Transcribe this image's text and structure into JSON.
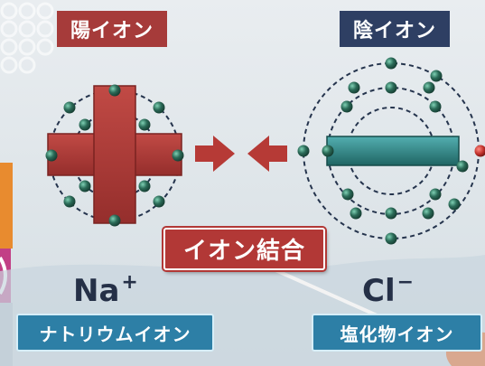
{
  "labels": {
    "cation": "陽イオン",
    "anion": "陰イオン",
    "bond": "イオン結合",
    "sodium_symbol": "Na",
    "sodium_charge": "+",
    "chlorine_symbol": "Cl",
    "chlorine_charge": "−",
    "sodium_name": "ナトリウムイオン",
    "chloride_name": "塩化物イオン"
  },
  "colors": {
    "background": "#e4e9ec",
    "plus_sign": "#b23e3a",
    "minus_bar": "#2c7f7c",
    "electron": "#2b6b58",
    "cation_tag": "#a63b3a",
    "anion_tag": "#2e3f63",
    "bond_tag": "#b23836",
    "name_tag": "#2d7fa6"
  }
}
